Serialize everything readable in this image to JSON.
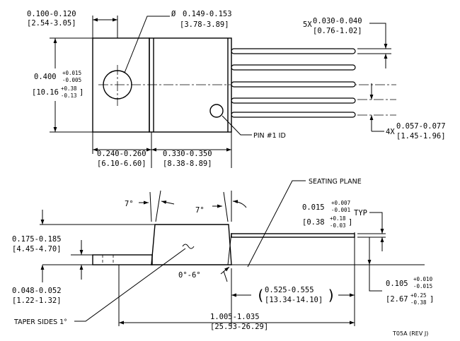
{
  "top_view": {
    "tab_width": {
      "inch": "0.100-0.120",
      "mm": "[2.54-3.05]"
    },
    "hole_dia": {
      "symbol": "Ø",
      "inch": "0.149-0.153",
      "mm": "[3.78-3.89]"
    },
    "height": {
      "inch": "0.400",
      "tol_plus": "+0.015",
      "tol_minus": "-0.005",
      "mm": "[10.16",
      "mm_plus": "+0.38",
      "mm_minus": "-0.13",
      "mm_close": "]"
    },
    "lead_width": {
      "qty": "5X",
      "inch": "0.030-0.040",
      "mm": "[0.76-1.02]"
    },
    "lead_pitch": {
      "qty": "4X",
      "inch": "0.057-0.077",
      "mm": "[1.45-1.96]"
    },
    "pin1_label": "PIN #1 ID",
    "tab_len": {
      "inch": "0.240-0.260",
      "mm": "[6.10-6.60]"
    },
    "body_len": {
      "inch": "0.330-0.350",
      "mm": "[8.38-8.89]"
    }
  },
  "side_view": {
    "angle_left": "7°",
    "angle_right": "7°",
    "seating_plane": "SEATING PLANE",
    "lead_thk": {
      "inch": "0.015",
      "tol_plus": "+0.007",
      "tol_minus": "-0.001",
      "mm": "[0.38",
      "mm_plus": "+0.18",
      "mm_minus": "-0.03",
      "mm_close": "]",
      "note": "TYP"
    },
    "body_height": {
      "inch": "0.175-0.185",
      "mm": "[4.45-4.70]"
    },
    "tab_thk": {
      "inch": "0.048-0.052",
      "mm": "[1.22-1.32]"
    },
    "angle_bottom": "0°-6°",
    "lead_len": {
      "open": "(",
      "inch": "0.525-0.555",
      "mm": "[13.34-14.10]",
      "close": ")"
    },
    "standoff": {
      "inch": "0.105",
      "tol_plus": "+0.010",
      "tol_minus": "-0.015",
      "mm": "[2.67",
      "mm_plus": "+0.25",
      "mm_minus": "-0.38",
      "mm_close": "]"
    },
    "overall": {
      "inch": "1.005-1.035",
      "mm": "[25.53-26.29]"
    },
    "taper_note": "TAPER SIDES 1°"
  },
  "revision": "T05A (REV J)"
}
